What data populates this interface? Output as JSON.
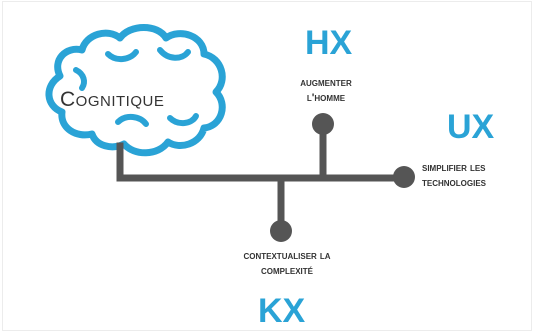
{
  "center_node": {
    "label": "Cognitique"
  },
  "branches": [
    {
      "heading": "HX",
      "label_line1": "Augmenter",
      "label_line2": "l'Homme"
    },
    {
      "heading": "UX",
      "label_line1": "Simplifier les",
      "label_line2": "technologies"
    },
    {
      "heading": "KX",
      "label_line1": "Contextualiser la",
      "label_line2": "complexité"
    }
  ],
  "colors": {
    "accent": "#2aa3d6",
    "line": "#555555",
    "text": "#333333"
  },
  "icons": {
    "brain": "brain-outline-icon"
  }
}
